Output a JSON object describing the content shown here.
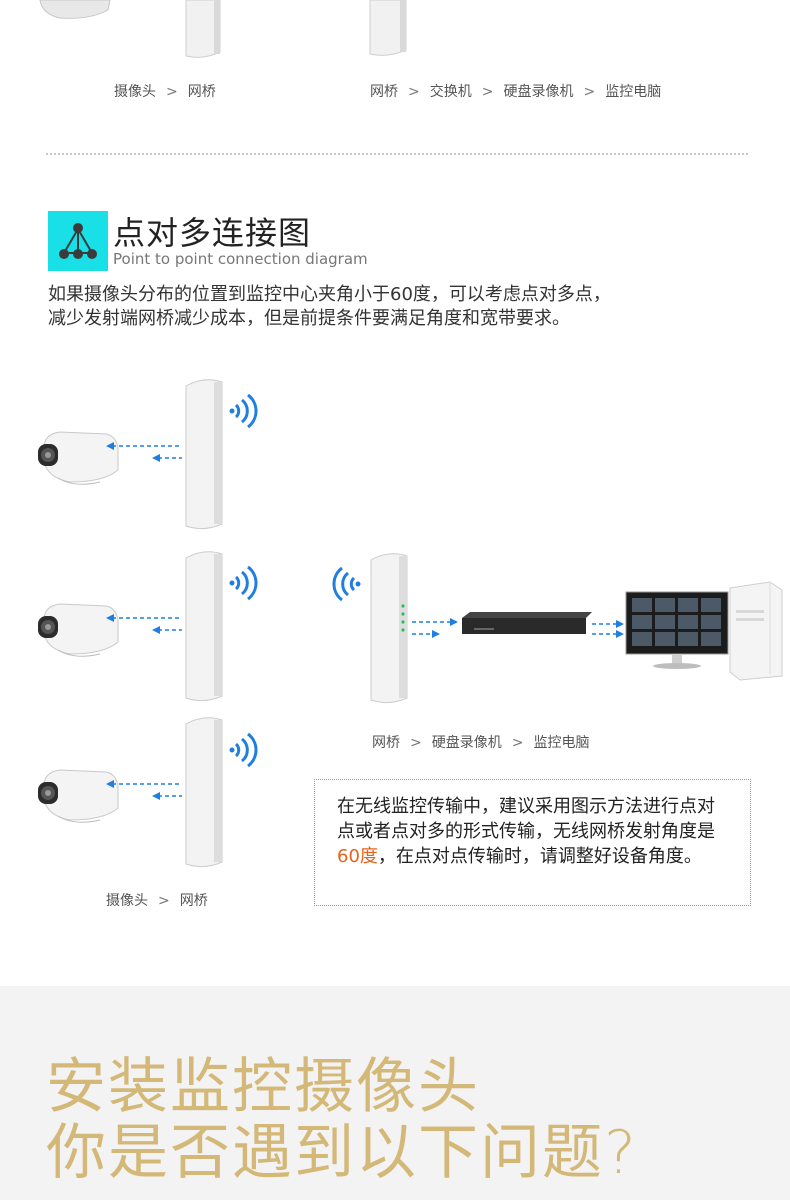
{
  "top_flows": {
    "left": [
      "摄像头",
      "网桥"
    ],
    "right": [
      "网桥",
      "交换机",
      "硬盘录像机",
      "监控电脑"
    ],
    "separator": ">"
  },
  "section": {
    "title": "点对多连接图",
    "subtitle": "Point to point connection diagram",
    "desc_line1": "如果摄像头分布的位置到监控中心夹角小于60度，可以考虑点对多点，",
    "desc_line2": "减少发射端网桥减少成本，但是前提条件要满足角度和宽带要求。"
  },
  "diagram_flows": {
    "center": [
      "网桥",
      "硬盘录像机",
      "监控电脑"
    ],
    "left": [
      "摄像头",
      "网桥"
    ],
    "separator": ">"
  },
  "note": {
    "part1": "在无线监控传输中，建议采用图示方法进行点对点或者点对多的形式传输，无线网桥发射角度是",
    "highlight": "60度",
    "part2": "，在点对点传输时，请调整好设备角度。"
  },
  "bottom": {
    "line1": "安装监控摄像头",
    "line2": "你是否遇到以下问题?"
  },
  "colors": {
    "icon_bg": "#19e0e6",
    "signal_blue": "#1e7fe0",
    "highlight": "#e8621a",
    "gold": "#d4b878"
  },
  "icons": [
    "network-topology-icon",
    "wifi-signal-icon",
    "camera-icon",
    "bridge-icon",
    "nvr-icon",
    "monitor-icon",
    "pc-tower-icon"
  ]
}
